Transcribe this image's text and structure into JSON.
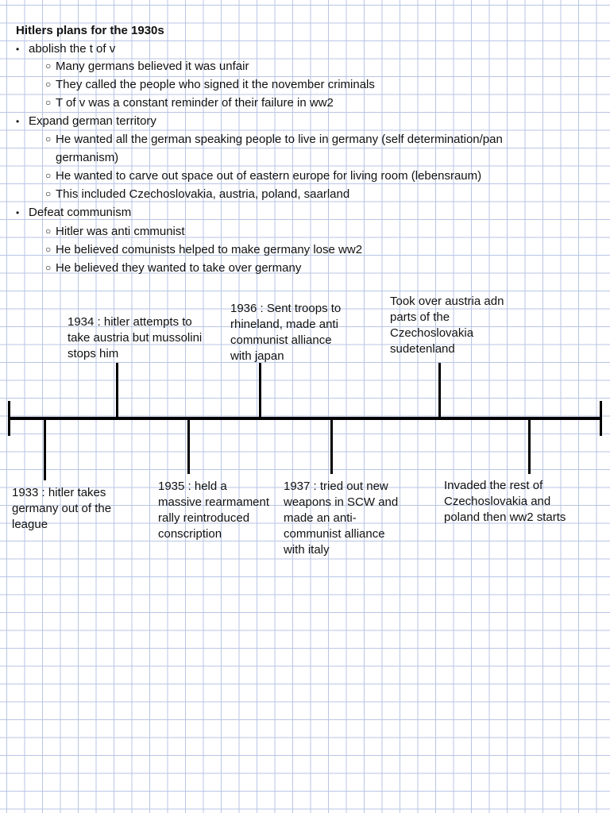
{
  "title": "Hitlers plans for the 1930s",
  "sections": [
    {
      "bullet": "abolish the t of v",
      "subs": [
        "Many germans believed it was unfair",
        "They called the people who signed it the november criminals",
        "T of v was a constant reminder of their failure in ww2"
      ]
    },
    {
      "bullet": "Expand german territory",
      "subs": [
        "He wanted all the german speaking people to live in germany (self determination/pan germanism)",
        "He wanted to carve out space out of eastern europe for living room (lebensraum)",
        "This included Czechoslovakia, austria, poland, saarland"
      ]
    },
    {
      "bullet": "Defeat communism",
      "subs": [
        "Hitler was anti cmmunist",
        "He believed comunists helped to make germany lose ww2",
        "He believed they wanted to take over germany"
      ]
    }
  ],
  "timeline": {
    "above": [
      "1934 : hitler attempts to take austria but mussolini stops him",
      "1936 : Sent troops to rhineland, made anti communist alliance with japan",
      "Took over austria adn parts of the Czechoslovakia sudetenland"
    ],
    "below": [
      "1933 : hitler takes germany out of the league",
      "1935 : held a massive rearmament rally reintroduced conscription",
      "1937 : tried out new weapons in SCW and made an anti-communist alliance with italy",
      "Invaded the rest of Czechoslovakia and poland then ww2 starts"
    ]
  },
  "icons": {
    "bullet": "•",
    "sub_bullet": "○"
  }
}
